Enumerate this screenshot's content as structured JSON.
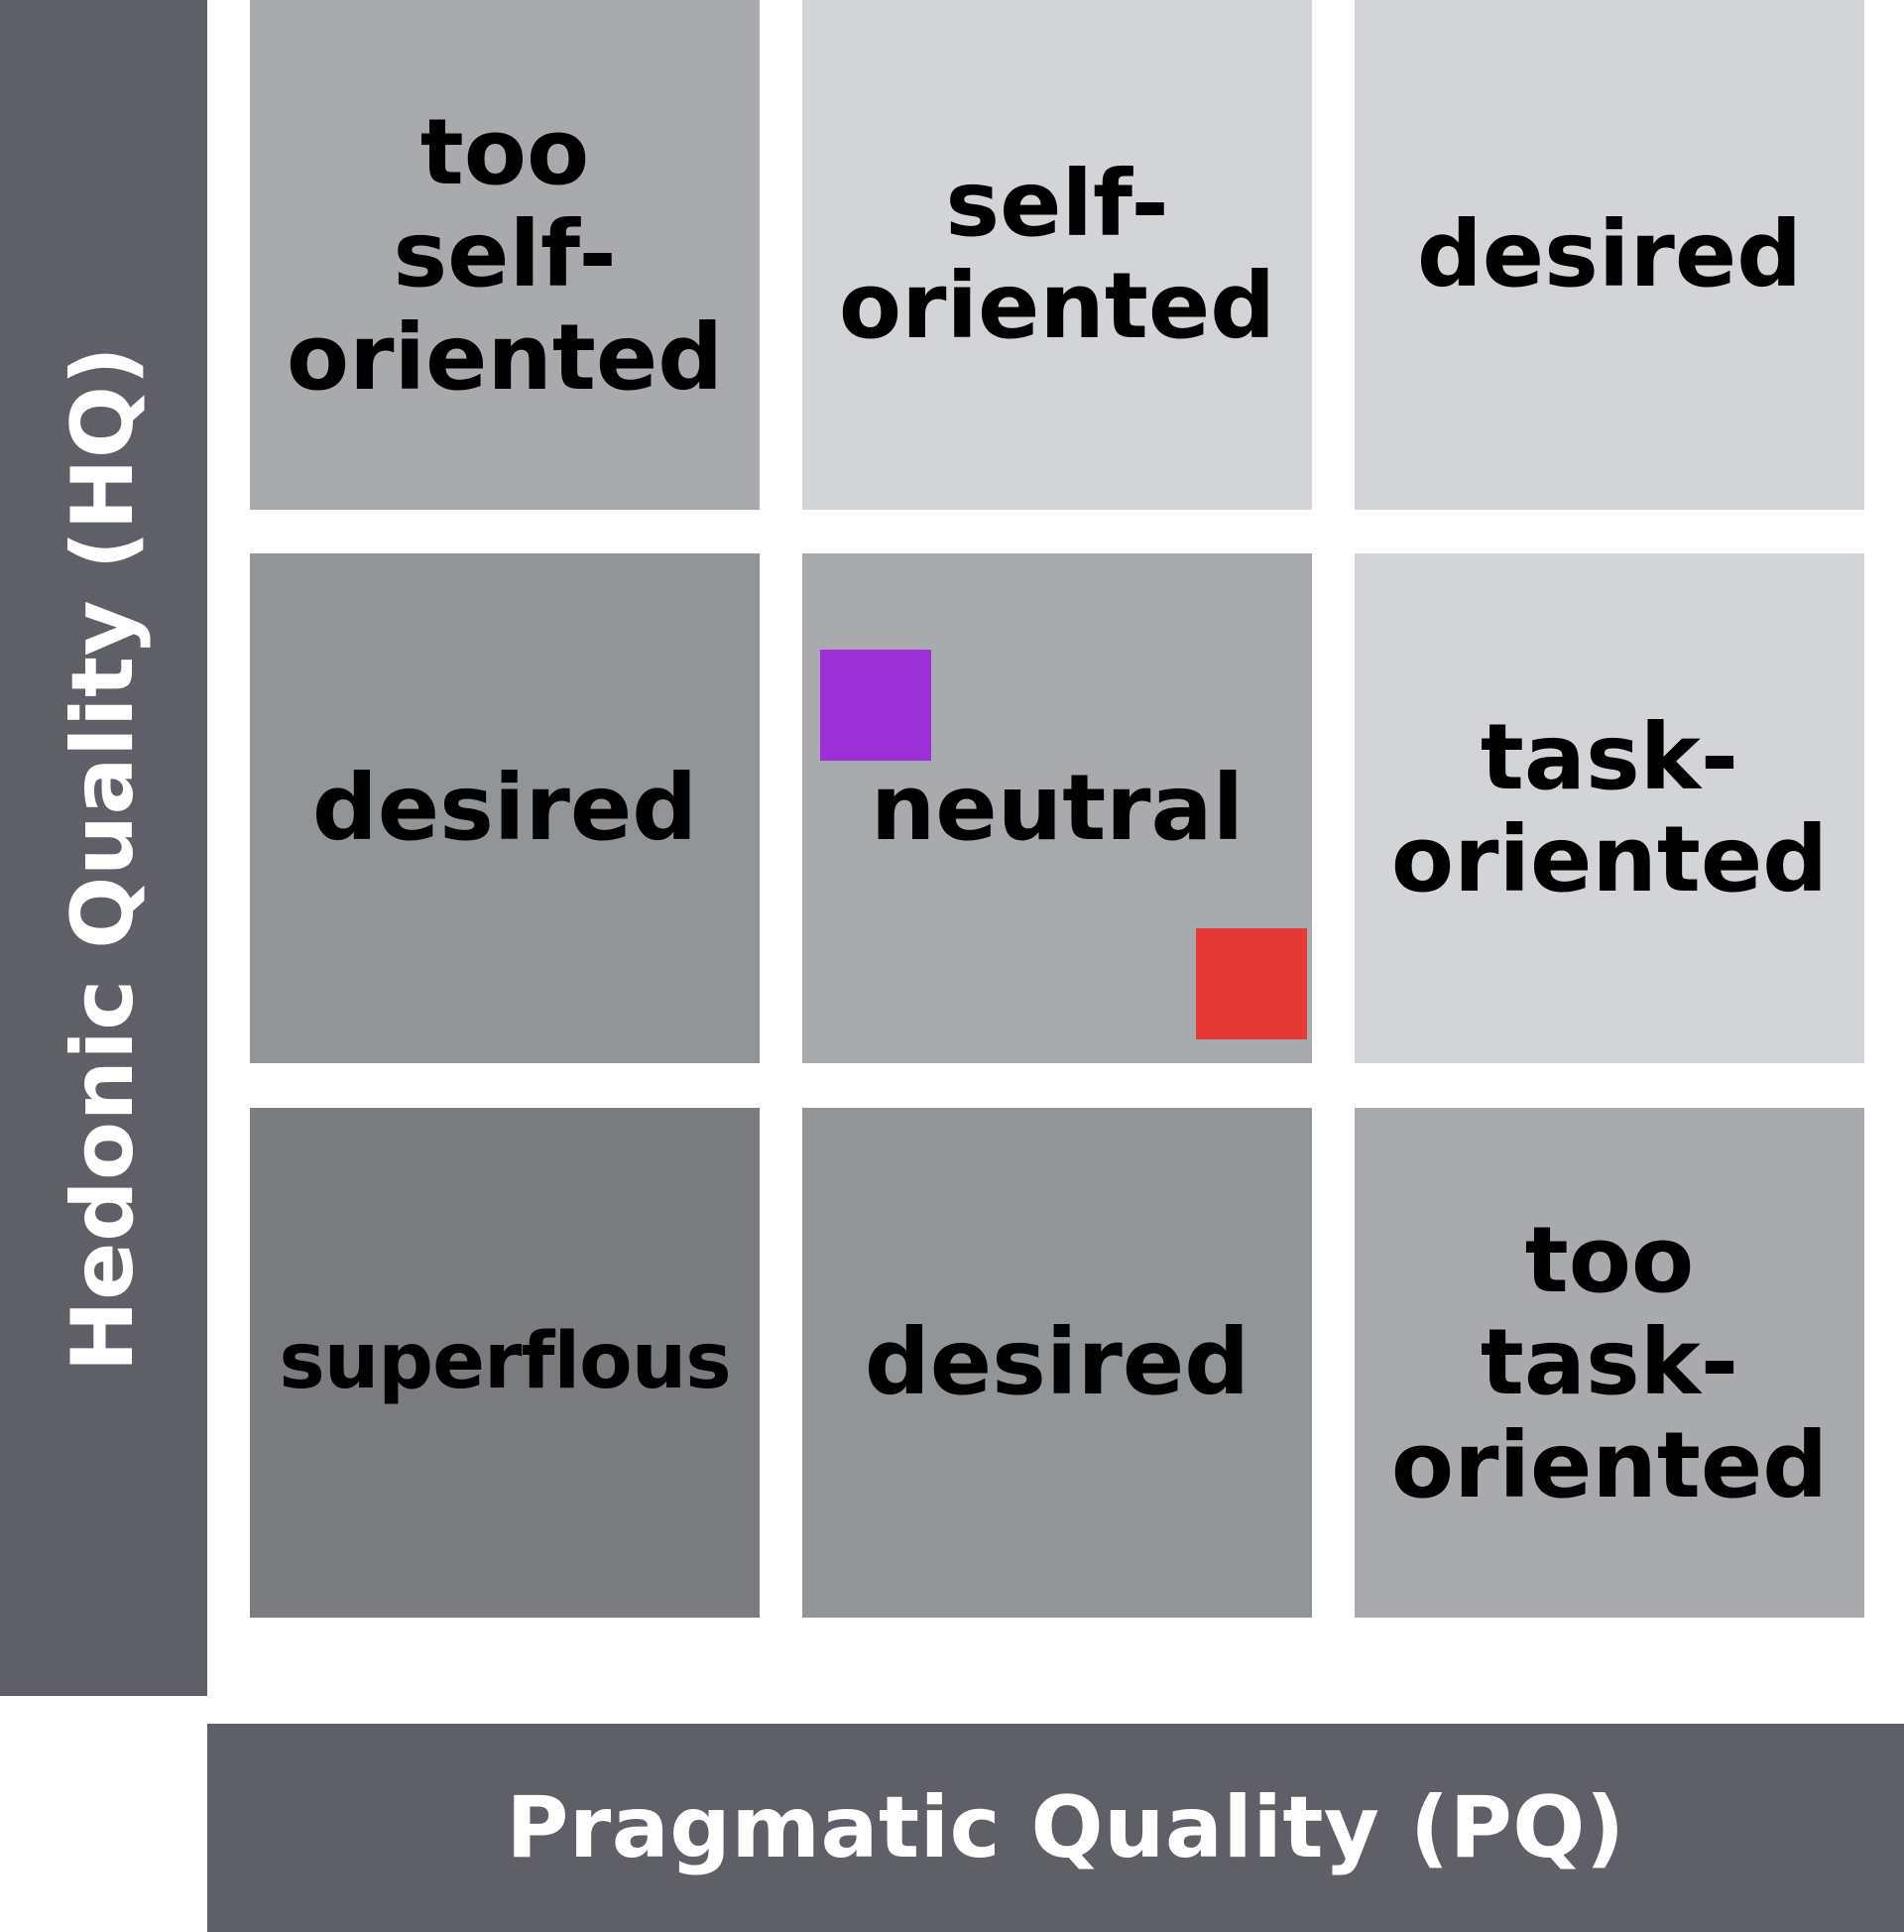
{
  "axes": {
    "y_label": "Hedonic Quality (HQ)",
    "x_label": "Pragmatic Quality (PQ)"
  },
  "cells": {
    "r0c0": {
      "label": "too\nself-\noriented",
      "color": "#a9aaae"
    },
    "r0c1": {
      "label": "self-\noriented",
      "color": "#d2d4d8"
    },
    "r0c2": {
      "label": "desired",
      "color": "#d2d4d8"
    },
    "r1c0": {
      "label": "desired",
      "color": "#919598"
    },
    "r1c1": {
      "label": "neutral",
      "color": "#a9aaae"
    },
    "r1c2": {
      "label": "task-\noriented",
      "color": "#d2d4d8"
    },
    "r2c0": {
      "label": "superflous",
      "color": "#7b7c80"
    },
    "r2c1": {
      "label": "desired",
      "color": "#919598"
    },
    "r2c2": {
      "label": "too\ntask-\noriented",
      "color": "#a9aaae"
    }
  },
  "markers": [
    {
      "color": "#9b2fd8"
    },
    {
      "color": "#e53935"
    }
  ],
  "colors": {
    "axis_bar": "#5f5f67",
    "axis_text": "#ffffff"
  }
}
